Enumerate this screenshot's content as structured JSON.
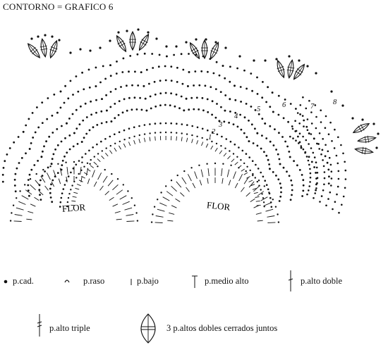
{
  "title": "CONTORNO = GRAFICO 6",
  "chart_labels": {
    "flower_left": "FLOR",
    "flower_right": "FLOR",
    "row_numbers": [
      "1",
      "2",
      "3",
      "4",
      "5",
      "6",
      "7",
      "8"
    ]
  },
  "legend": {
    "chain": "p.cad.",
    "slip_stitch": "p.raso",
    "single_crochet": "p.bajo",
    "half_double": "p.medio alto",
    "double_crochet": "p.alto doble",
    "triple_crochet": "p.alto triple",
    "cluster": "3 p.altos dobles cerrados juntos"
  }
}
